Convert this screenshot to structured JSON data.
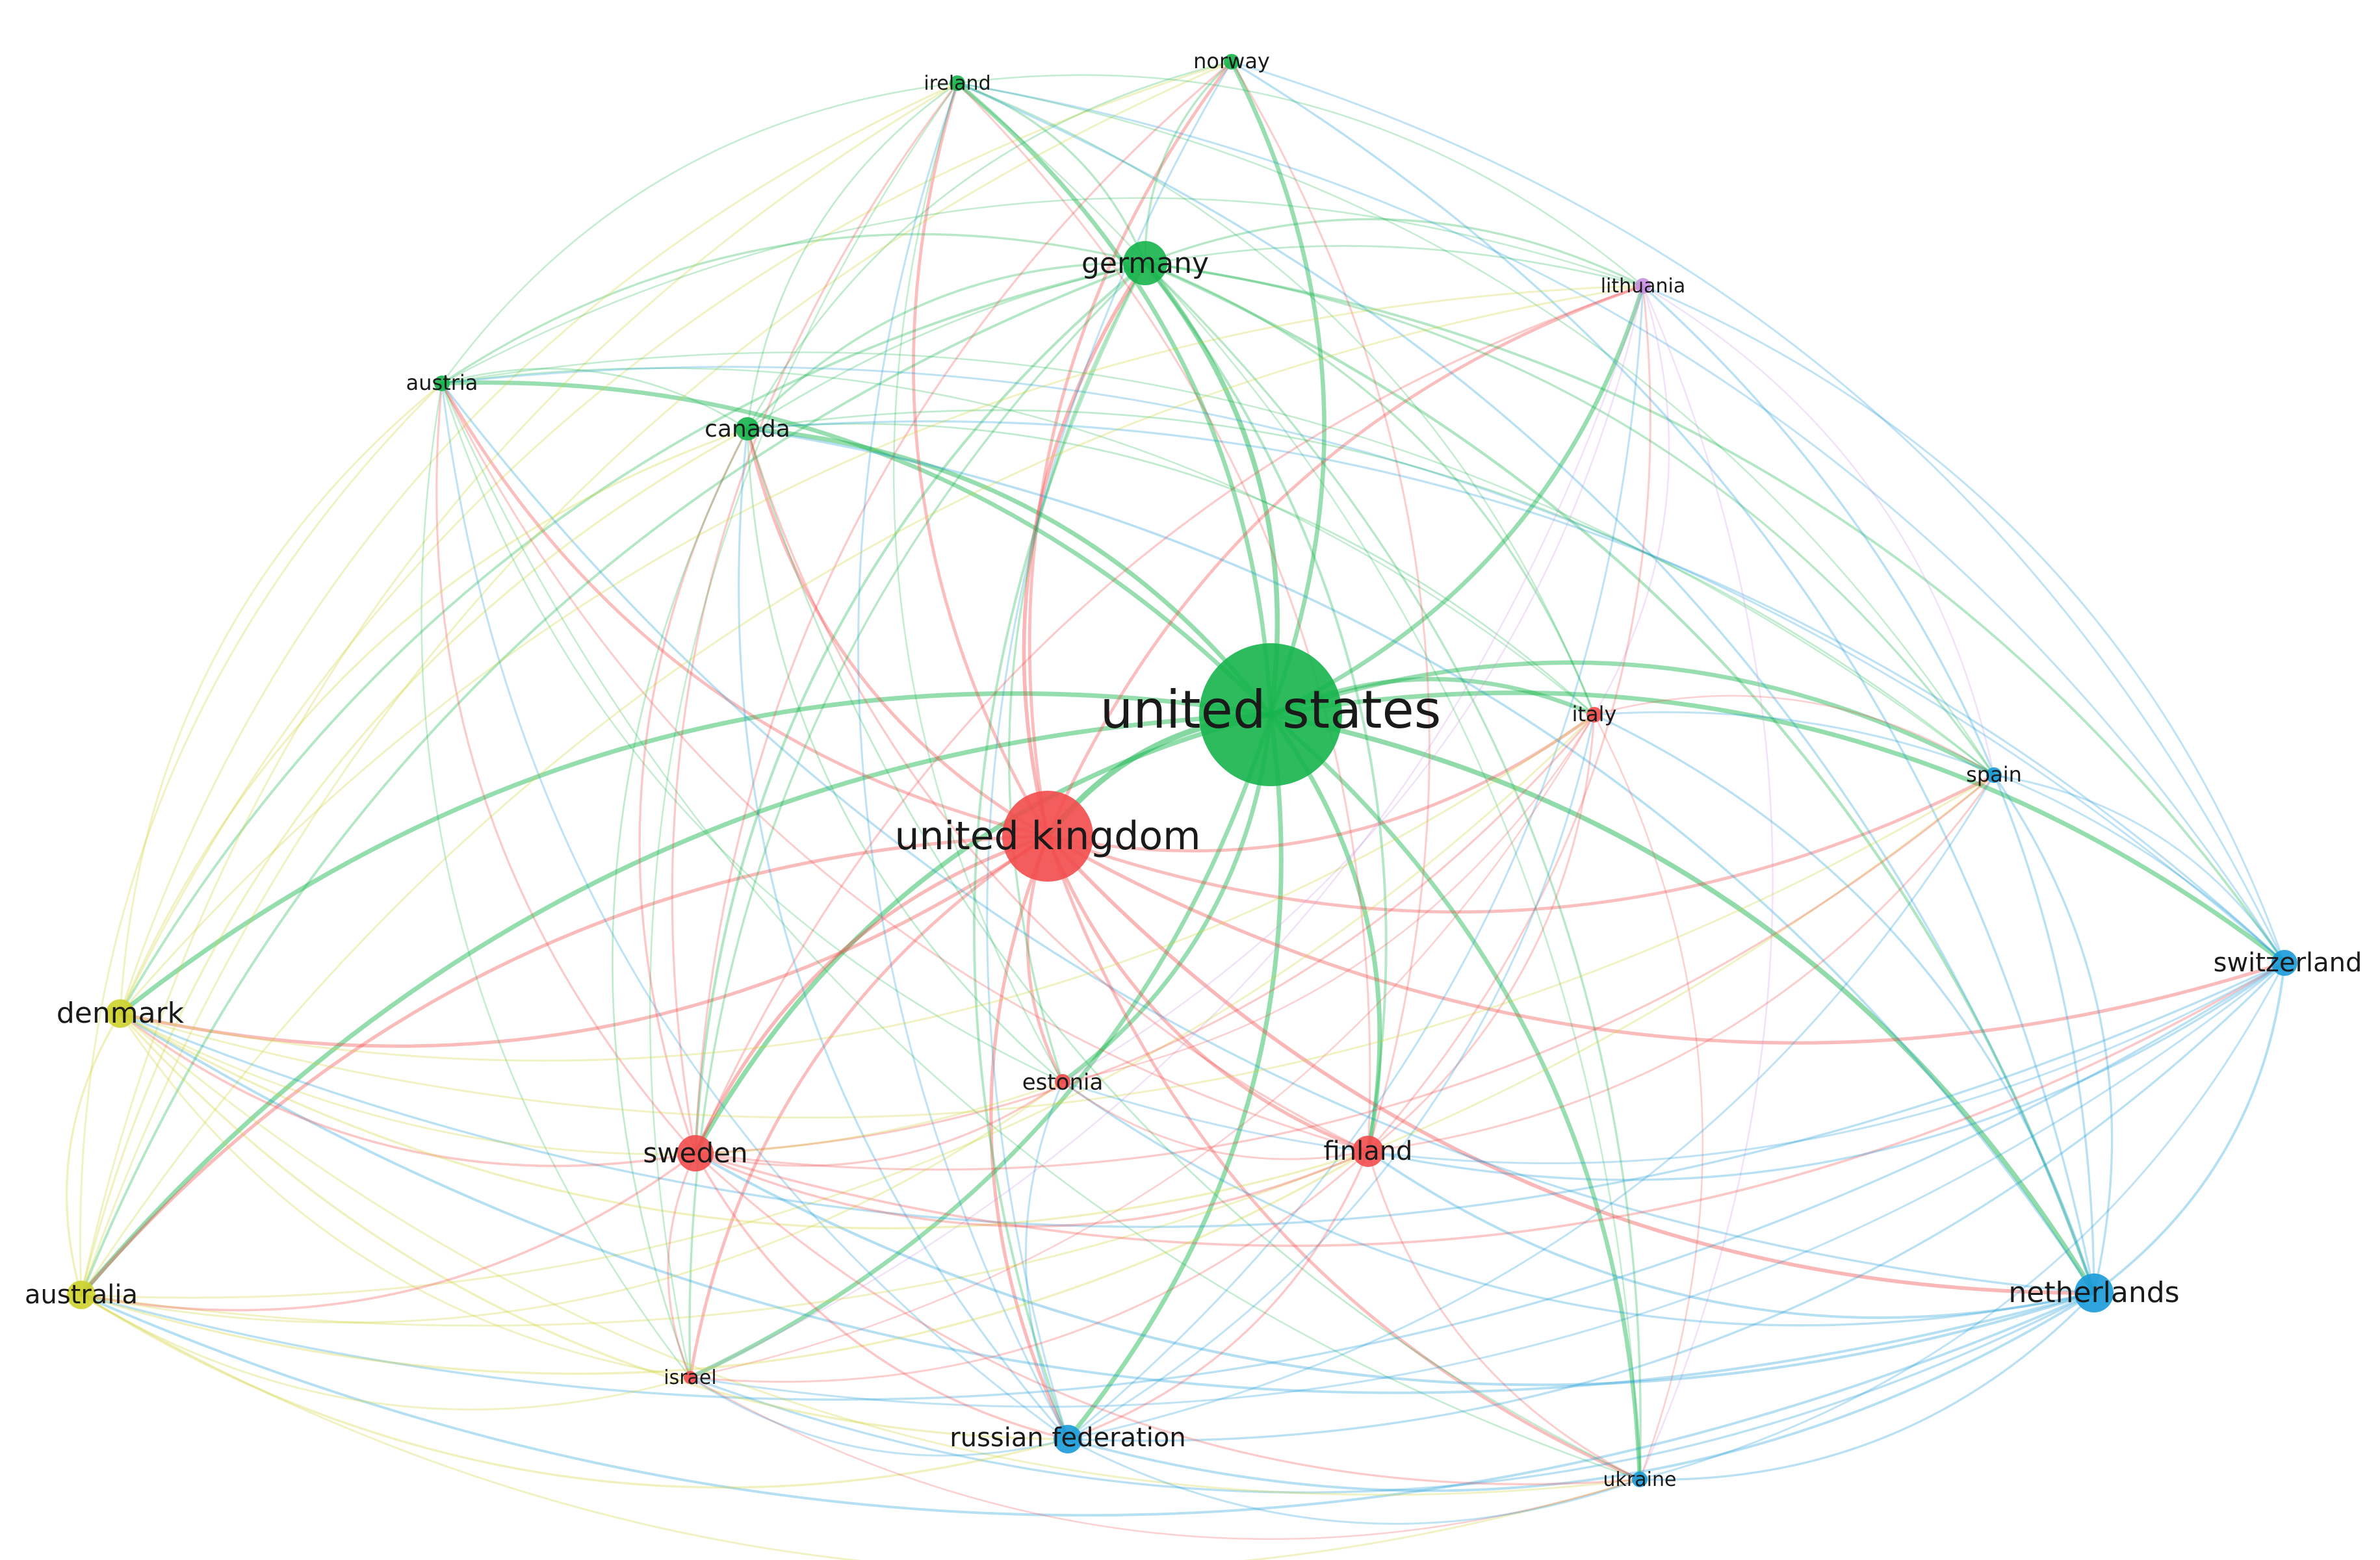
{
  "diagram": {
    "type": "co-authorship network",
    "clusters": {
      "red": "#f24b4b",
      "green": "#16b44c",
      "blue": "#1a9ad8",
      "yellow": "#cdd12b",
      "purple": "#c98fe0"
    },
    "nodes": [
      {
        "id": "united-states",
        "label": "united states",
        "cluster": "green",
        "weight": 10
      },
      {
        "id": "united-kingdom",
        "label": "united kingdom",
        "cluster": "red",
        "weight": 6
      },
      {
        "id": "germany",
        "label": "germany",
        "cluster": "green",
        "weight": 3
      },
      {
        "id": "norway",
        "label": "norway",
        "cluster": "green",
        "weight": 1
      },
      {
        "id": "ireland",
        "label": "ireland",
        "cluster": "green",
        "weight": 1
      },
      {
        "id": "austria",
        "label": "austria",
        "cluster": "green",
        "weight": 1
      },
      {
        "id": "canada",
        "label": "canada",
        "cluster": "green",
        "weight": 1.5
      },
      {
        "id": "lithuania",
        "label": "lithuania",
        "cluster": "purple",
        "weight": 1
      },
      {
        "id": "italy",
        "label": "italy",
        "cluster": "red",
        "weight": 1
      },
      {
        "id": "spain",
        "label": "spain",
        "cluster": "blue",
        "weight": 1
      },
      {
        "id": "switzerland",
        "label": "switzerland",
        "cluster": "blue",
        "weight": 2
      },
      {
        "id": "netherlands",
        "label": "netherlands",
        "cluster": "blue",
        "weight": 3
      },
      {
        "id": "denmark",
        "label": "denmark",
        "cluster": "yellow",
        "weight": 2
      },
      {
        "id": "australia",
        "label": "australia",
        "cluster": "yellow",
        "weight": 2
      },
      {
        "id": "sweden",
        "label": "sweden",
        "cluster": "red",
        "weight": 2.5
      },
      {
        "id": "estonia",
        "label": "estonia",
        "cluster": "red",
        "weight": 1
      },
      {
        "id": "finland",
        "label": "finland",
        "cluster": "red",
        "weight": 2
      },
      {
        "id": "israel",
        "label": "israel",
        "cluster": "red",
        "weight": 1
      },
      {
        "id": "russian-federation",
        "label": "russian federation",
        "cluster": "blue",
        "weight": 2
      },
      {
        "id": "ukraine",
        "label": "ukraine",
        "cluster": "blue",
        "weight": 1
      }
    ]
  }
}
